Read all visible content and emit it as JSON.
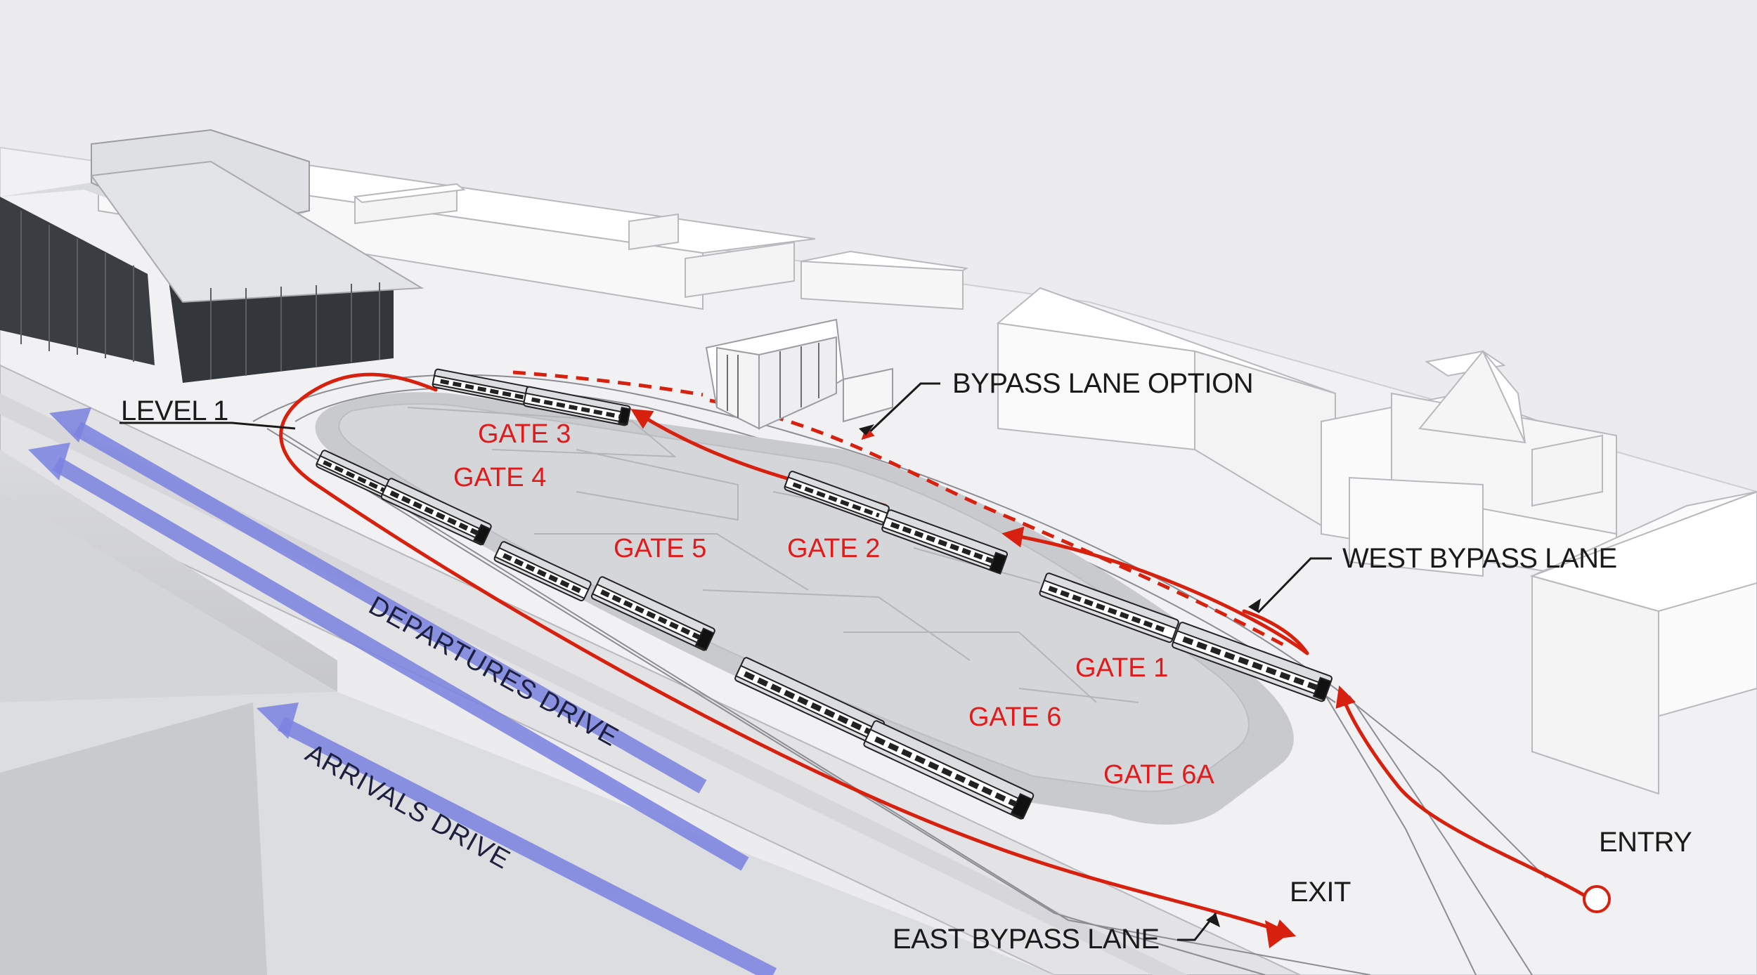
{
  "colors": {
    "background": "#ececee",
    "route": "#d8200f",
    "gate_text": "#e11b1b",
    "drive_arrow": "#7b82e0",
    "platform": "#cfd0d3",
    "building": "#f7f7f8",
    "glass": "#3a3d42"
  },
  "labels": {
    "level": "LEVEL 1",
    "bypass_option": "BYPASS LANE OPTION",
    "west_bypass": "WEST BYPASS LANE",
    "east_bypass": "EAST BYPASS LANE",
    "entry": "ENTRY",
    "exit": "EXIT",
    "departures": "DEPARTURES DRIVE",
    "arrivals": "ARRIVALS DRIVE"
  },
  "gates": [
    "GATE 3",
    "GATE 4",
    "GATE 5",
    "GATE 2",
    "GATE 1",
    "GATE 6",
    "GATE 6A"
  ],
  "icons": {
    "entry_marker": "circle-marker",
    "exit_marker": "arrow-head",
    "drive_direction": "arrow-left"
  }
}
